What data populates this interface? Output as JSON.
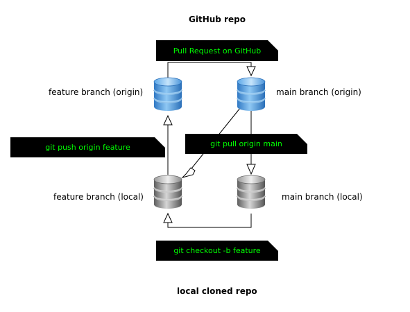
{
  "diagram": {
    "title_top": "GitHub repo",
    "title_bottom": "local cloned repo",
    "nodes": {
      "feature_origin": "feature branch (origin)",
      "main_origin": "main branch (origin)",
      "feature_local": "feature branch (local)",
      "main_local": "main branch (local)"
    },
    "notes": {
      "pull_request": "Pull Request on GitHub",
      "push": "git push origin feature",
      "pull": "git pull origin main",
      "checkout": "git checkout -b feature"
    },
    "colors": {
      "origin_cylinder": "#4a9be0",
      "local_cylinder": "#8a8a8a",
      "note_background": "#000000",
      "note_text": "#00ff00"
    }
  }
}
